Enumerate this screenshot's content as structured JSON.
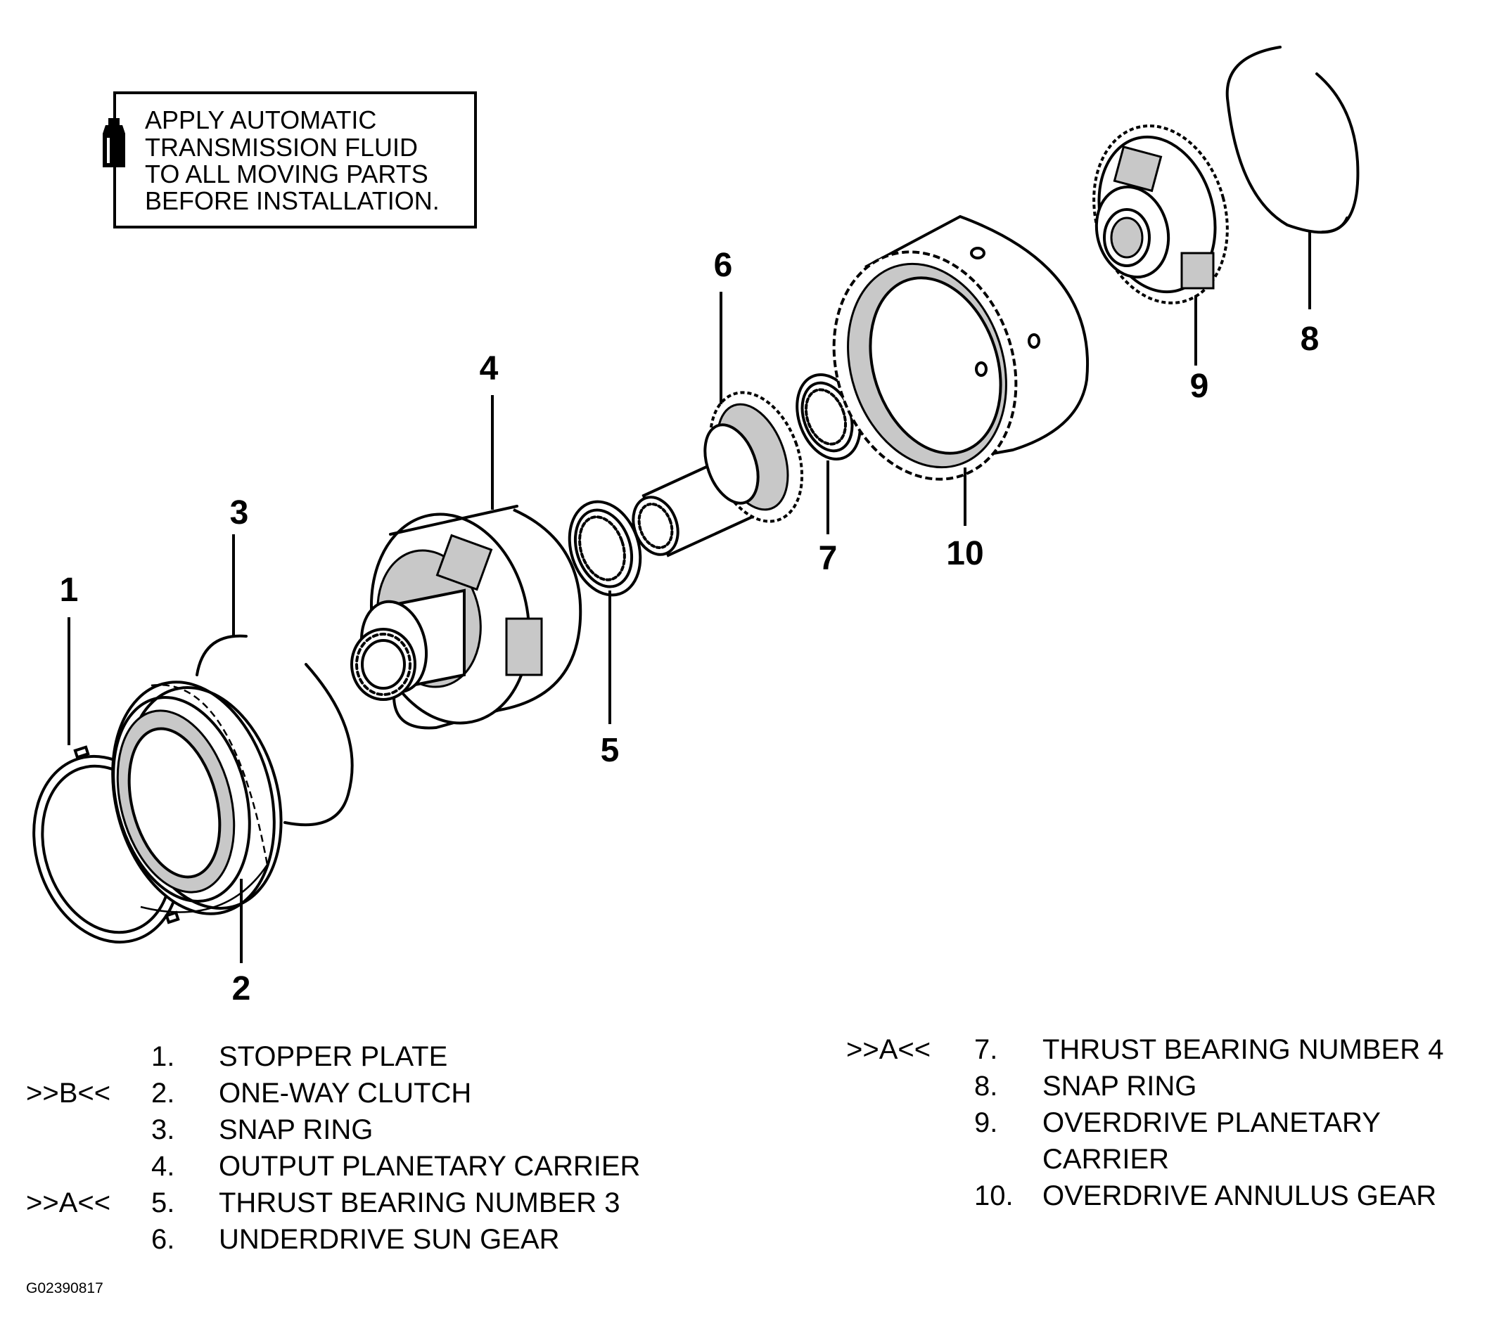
{
  "note": {
    "icon": "fluid-bottle-icon",
    "lines": [
      "APPLY AUTOMATIC",
      "TRANSMISSION FLUID",
      "TO ALL MOVING PARTS",
      "BEFORE INSTALLATION."
    ]
  },
  "callouts": [
    "1",
    "2",
    "3",
    "4",
    "5",
    "6",
    "7",
    "8",
    "9",
    "10"
  ],
  "legend": {
    "left": [
      {
        "marker": "",
        "num": "1.",
        "text": "STOPPER PLATE"
      },
      {
        "marker": ">>B<<",
        "num": "2.",
        "text": "ONE-WAY CLUTCH"
      },
      {
        "marker": "",
        "num": "3.",
        "text": "SNAP RING"
      },
      {
        "marker": "",
        "num": "4.",
        "text": "OUTPUT PLANETARY CARRIER"
      },
      {
        "marker": ">>A<<",
        "num": "5.",
        "text": "THRUST BEARING NUMBER 3"
      },
      {
        "marker": "",
        "num": "6.",
        "text": "UNDERDRIVE SUN GEAR"
      }
    ],
    "right": [
      {
        "marker": ">>A<<",
        "num": "7.",
        "text": "THRUST BEARING NUMBER 4"
      },
      {
        "marker": "",
        "num": "8.",
        "text": "SNAP RING"
      },
      {
        "marker": "",
        "num": "9.",
        "text": "OVERDRIVE PLANETARY"
      },
      {
        "marker": "",
        "num": "",
        "text": "CARRIER"
      },
      {
        "marker": "",
        "num": "10.",
        "text": "OVERDRIVE ANNULUS GEAR"
      }
    ]
  },
  "figure_id": "G02390817"
}
